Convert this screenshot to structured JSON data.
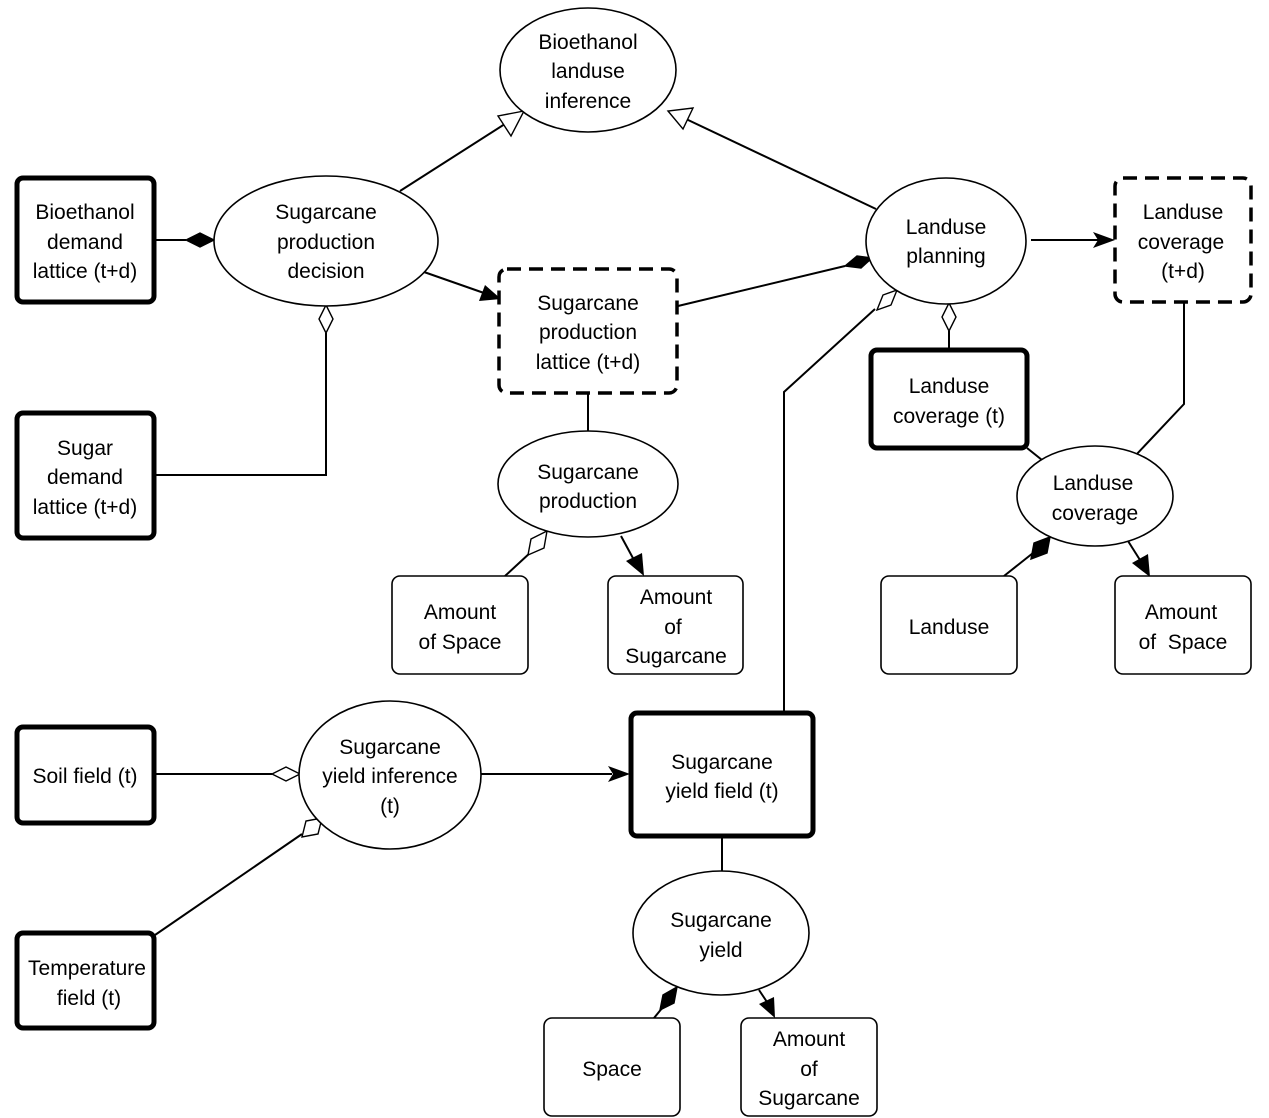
{
  "nodes": {
    "bioethanol_landuse_inference": [
      "Bioethanol",
      "landuse",
      "inference"
    ],
    "sugarcane_production_decision": [
      "Sugarcane",
      "production",
      "decision"
    ],
    "landuse_planning": [
      "Landuse",
      "planning"
    ],
    "sugarcane_production": [
      "Sugarcane",
      "production"
    ],
    "landuse_coverage": [
      "Landuse",
      "coverage"
    ],
    "sugarcane_yield_inference": [
      "Sugarcane",
      "yield inference",
      "(t)"
    ],
    "sugarcane_yield": [
      "Sugarcane",
      "yield"
    ],
    "bioethanol_demand_lattice": [
      "Bioethanol",
      "demand",
      "lattice (t+d)"
    ],
    "sugar_demand_lattice": [
      "Sugar",
      "demand",
      "lattice (t+d)"
    ],
    "sugarcane_production_lattice": [
      "Sugarcane",
      "production",
      "lattice (t+d)"
    ],
    "landuse_coverage_td": [
      "Landuse",
      "coverage",
      "(t+d)"
    ],
    "landuse_coverage_t": [
      "Landuse",
      "coverage (t)"
    ],
    "amount_of_space_1": [
      "Amount",
      "of Space"
    ],
    "amount_of_sugarcane_1": [
      "Amount",
      "of",
      "Sugarcane"
    ],
    "landuse": [
      "Landuse"
    ],
    "amount_of_space_2": [
      "Amount",
      "of  Space"
    ],
    "soil_field": [
      "Soil field (t)"
    ],
    "temperature_field": [
      "Temperature",
      "field (t)"
    ],
    "sugarcane_yield_field": [
      "Sugarcane",
      "yield field (t)"
    ],
    "space": [
      "Space"
    ],
    "amount_of_sugarcane_2": [
      "Amount",
      "of",
      "Sugarcane"
    ]
  }
}
